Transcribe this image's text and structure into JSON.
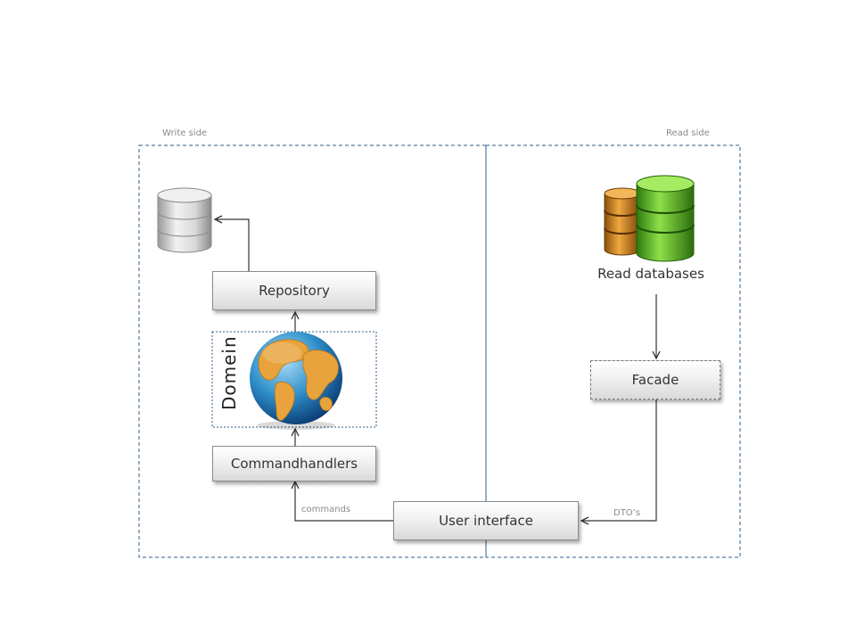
{
  "regions": {
    "write_label": "Write side",
    "read_label": "Read side"
  },
  "nodes": {
    "repository": "Repository",
    "domain": "Domein",
    "commandhandlers": "Commandhandlers",
    "user_interface": "User interface",
    "read_databases": "Read databases",
    "facade": "Facade"
  },
  "edges": {
    "commands": "commands",
    "dtos": "DTO’s"
  },
  "colors": {
    "region_border": "#2e5c8a",
    "arrow": "#333333"
  },
  "icons": {
    "write_db": "database-icon",
    "read_db": "database-stack-icon",
    "domain": "globe-icon"
  }
}
